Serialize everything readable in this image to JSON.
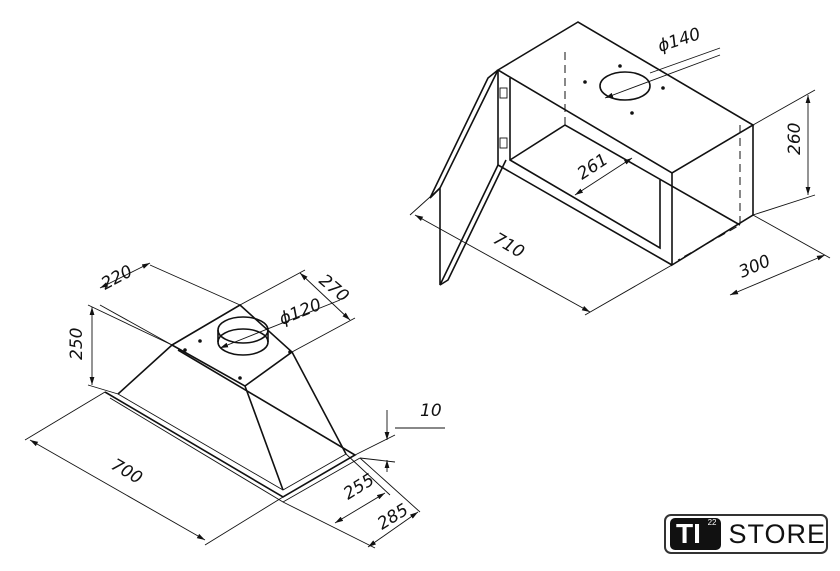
{
  "hood_dimensions": {
    "top_depth": "220",
    "top_width": "270",
    "outlet_diameter": "ϕ120",
    "height": "250",
    "flange_thickness": "10",
    "width": "700",
    "inner_depth": "255",
    "outer_depth": "285"
  },
  "cabinet_dimensions": {
    "cutout_diameter": "ϕ140",
    "height": "260",
    "inner_depth": "261",
    "width": "710",
    "depth": "300"
  },
  "logo": {
    "mark": "TI",
    "superscript": "22",
    "name": "STORE"
  }
}
